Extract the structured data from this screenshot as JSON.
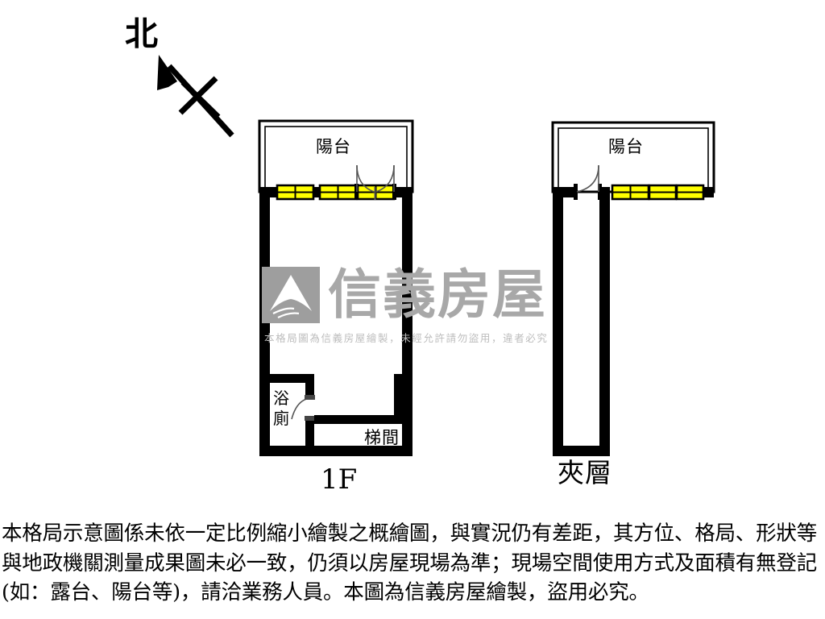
{
  "document": {
    "type": "floor-plan",
    "orientation_label": "北"
  },
  "units": [
    {
      "id": "1f",
      "title": "1F",
      "rooms": [
        {
          "name": "陽台",
          "kind": "balcony"
        },
        {
          "name": "浴廁",
          "kind": "bathroom"
        },
        {
          "name": "梯間",
          "kind": "stairwell"
        }
      ]
    },
    {
      "id": "mezzanine",
      "title": "夾層",
      "rooms": [
        {
          "name": "陽台",
          "kind": "balcony"
        }
      ]
    }
  ],
  "labels": {
    "north": "北",
    "balcony_1f": "陽台",
    "balcony_mezzanine": "陽台",
    "bathroom": "浴廁",
    "stairwell": "梯間",
    "floor_1f": "1F",
    "floor_mezzanine": "夾層"
  },
  "watermark": {
    "brand": "信義房屋",
    "note": "本格局圖為信義房屋繪製，未經允許請勿盜用，違者必究",
    "logo_icon": "sinyi-mountain-logo"
  },
  "disclaimer": {
    "text": "本格局示意圖係未依一定比例縮小繪製之概繪圖，與實況仍有差距，其方位、格局、形狀等與地政機關測量成果圖未必一致，仍須以房屋現場為準；現場空間使用方式及面積有無登記(如：露台、陽台等)，請洽業務人員。本圖為信義房屋繪製，盜用必究。"
  },
  "colors": {
    "wall": "#000000",
    "window_fill": "#ffff00",
    "background": "#ffffff",
    "watermark_gray": "#a8a8a8"
  }
}
